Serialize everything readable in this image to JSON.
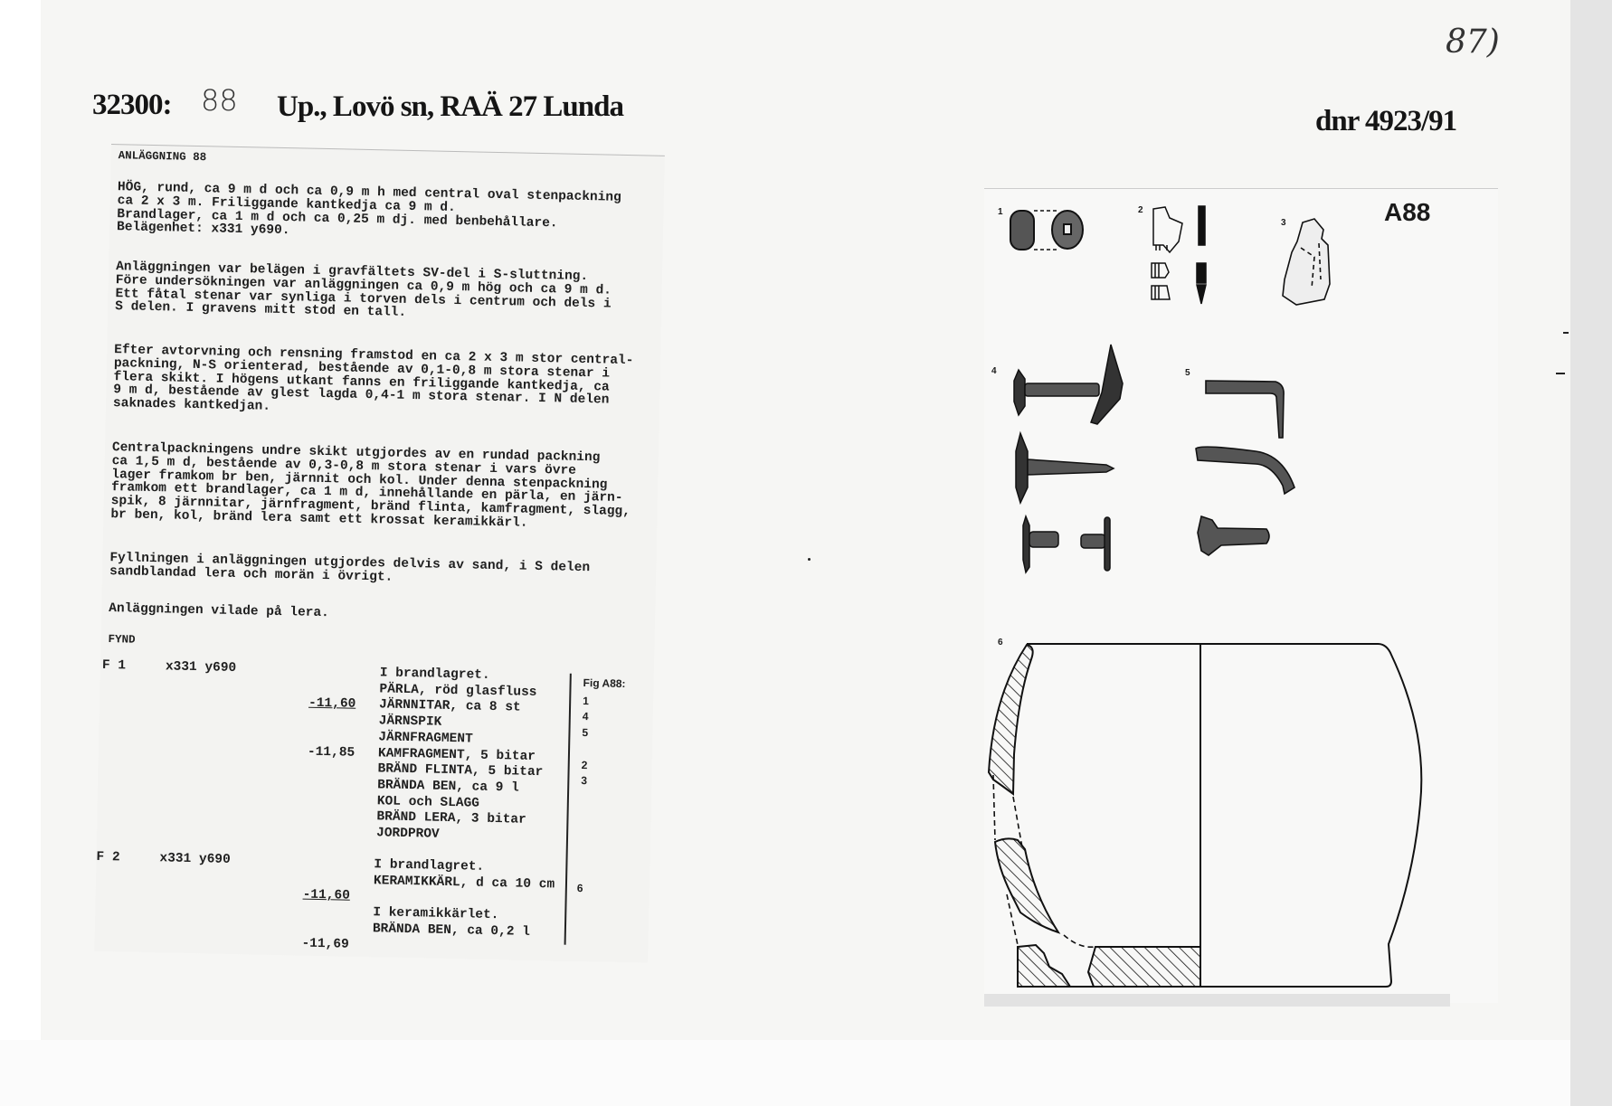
{
  "header": {
    "catalog_prefix": "32300:",
    "catalog_number_handwritten": "88",
    "location": "Up., Lovö sn, RAÄ 27 Lunda",
    "dnr": "dnr 4923/91",
    "page_number_handwritten": "87)"
  },
  "description": {
    "title": "ANLÄGGNING 88",
    "paragraphs": [
      "HÖG, rund, ca 9 m d och ca 0,9 m h med central oval stenpackning\nca 2 x 3 m. Friliggande kantkedja ca 9 m d.\nBrandlager, ca 1 m d och ca 0,25 m dj. med benbehållare.\nBelägenhet: x331 y690.",
      "Anläggningen var belägen i gravfältets SV-del i S-sluttning.\nFöre undersökningen var anläggningen ca 0,9 m hög och ca 9 m d.\nEtt fåtal stenar var synliga i torven dels i centrum och dels i\nS delen. I gravens mitt stod en tall.",
      "Efter avtorvning och rensning framstod en ca 2 x 3 m stor central-\npackning, N-S orienterad, bestående av 0,1-0,8 m stora stenar i\nflera skikt. I högens utkant fanns en friliggande kantkedja, ca\n9 m d, bestående av glest lagda 0,4-1 m stora stenar. I N delen\nsaknades kantkedjan.",
      "Centralpackningens undre skikt utgjordes av en rundad packning\nca 1,5 m d, bestående av 0,3-0,8 m stora stenar i vars övre\nlager framkom br ben, järnnit och kol. Under denna stenpackning\nframkom ett brandlager, ca 1 m d, innehållande en pärla, en järn-\nspik, 8 järnnitar, järnfragment, bränd flinta, kamfragment, slagg,\nbr ben, kol, bränd lera samt ett krossat keramikkärl.",
      "Fyllningen i anläggningen utgjordes delvis av sand, i S delen\nsandblandad lera och morän i övrigt.",
      "Anläggningen vilade på lera."
    ]
  },
  "finds": {
    "heading": "FYND",
    "fig_heading": "Fig A88:",
    "entries": [
      {
        "id": "F 1",
        "coords": "x331 y690",
        "depth_top": "-11,60",
        "depth_bottom": "-11,85",
        "items": [
          {
            "text": "I brandlagret.",
            "fig": ""
          },
          {
            "text": "PÄRLA, röd glasfluss",
            "fig": "1"
          },
          {
            "text": "JÄRNNITAR, ca 8 st",
            "fig": "4"
          },
          {
            "text": "JÄRNSPIK",
            "fig": "5"
          },
          {
            "text": "JÄRNFRAGMENT",
            "fig": ""
          },
          {
            "text": "KAMFRAGMENT, 5 bitar",
            "fig": "2"
          },
          {
            "text": "BRÄND FLINTA, 5 bitar",
            "fig": "3"
          },
          {
            "text": "BRÄNDA BEN, ca 9 l",
            "fig": ""
          },
          {
            "text": "KOL och SLAGG",
            "fig": ""
          },
          {
            "text": "BRÄND LERA, 3 bitar",
            "fig": ""
          },
          {
            "text": "JORDPROV",
            "fig": ""
          }
        ]
      },
      {
        "id": "F 2",
        "coords": "x331 y690",
        "depth_top": "-11,60",
        "depth_bottom": "-11,69",
        "items": [
          {
            "text": "I brandlagret.",
            "fig": ""
          },
          {
            "text": "KERAMIKKÄRL, d ca 10 cm",
            "fig": "6"
          },
          {
            "text": "",
            "fig": ""
          },
          {
            "text": "I keramikkärlet.",
            "fig": ""
          },
          {
            "text": "BRÄNDA BEN, ca 0,2 l",
            "fig": ""
          }
        ]
      }
    ]
  },
  "figure": {
    "title": "A88",
    "labels": [
      "1",
      "2",
      "3",
      "4",
      "5",
      "6"
    ]
  }
}
